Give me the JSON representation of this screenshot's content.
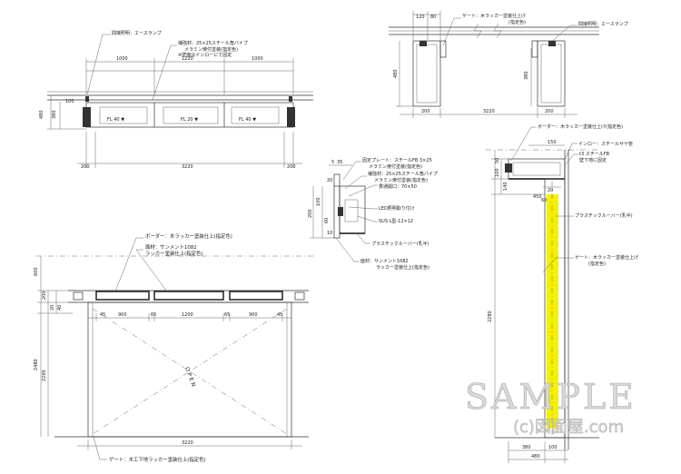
{
  "top_plan": {
    "labels": {
      "lighting": "間接照明：エースランプ",
      "reinforce_1": "補強材：25×25スチール角パイプ",
      "reinforce_2": "メラミン焼付塗装(指定色)",
      "reinforce_3": "※壁面はインローにて固定",
      "fl1": "FL 40 ▼",
      "fl2": "FL 20 ▼",
      "fl3": "FL 40 ▼"
    },
    "dims": {
      "d1000a": "1000",
      "d1220": "1220",
      "d1000b": "1000",
      "d480": "480",
      "d380": "380",
      "d100": "100",
      "d200l": "200",
      "d3220": "3220",
      "d200r": "200"
    }
  },
  "top_section": {
    "labels": {
      "gate": "ゲート：木ラッカー塗装仕上げ",
      "gate_sub": "(指定色)",
      "lighting": "間接照明：エースランプ"
    },
    "dims": {
      "d120": "120",
      "d80": "80",
      "d480": "480",
      "d380": "380",
      "d200l": "200",
      "d3220": "3220",
      "d200r": "200"
    }
  },
  "detail": {
    "labels": {
      "plate_1": "固定プレート：スチールFB 3×25",
      "plate_2": "メラミン焼付塗装(指定色)",
      "reinf_1": "補強材：25×25スチール角パイプ",
      "reinf_2": "メラミン焼付塗装(指定色)",
      "opening": "貫通開口：70×50",
      "led": "LED照明取り付け",
      "sus": "SUS L型-12×12",
      "louver": "プラスチックルーバー(乳半)",
      "face_1": "面材：サンメント1082",
      "face_2": "ラッカー塗装仕上(指定色)"
    },
    "dims": {
      "d5": "5",
      "d35": "35",
      "d20": "20",
      "d10": "10",
      "d100": "100",
      "d200": "200",
      "d60": "60"
    }
  },
  "front_elev": {
    "labels": {
      "border": "ボーダー：木ラッカー塗装仕上(指定色)",
      "face_1": "面材：サンメント1082",
      "face_2": "ラッカー塗装仕上(指定色)",
      "gate": "ゲート：木工下地ラッカー塗装仕上(指定色)",
      "open": "OPEN"
    },
    "dims": {
      "d45a": "45",
      "d900": "900",
      "d65": "65",
      "d1200": "1200",
      "d65b": "65",
      "d900b": "900",
      "d45b": "45",
      "d600": "600",
      "d200": "200",
      "d20": "20",
      "d40": "40",
      "d2480": "2480",
      "d2200": "2200",
      "d3220": "3220"
    }
  },
  "side_elev": {
    "labels": {
      "border": "ボーダー：木ラッカー塗装仕上げ(指定色)",
      "inro": "インロー：スチールサヤ管",
      "fb_1": "t3 スチールFB",
      "fb_2": "壁下地に固定",
      "louver": "プラスチックルーバー(乳半)",
      "gate_1": "ゲート：木ラッカー塗装仕上げ",
      "gate_2": "(指定色)"
    },
    "dims": {
      "d150": "150",
      "d50": "50",
      "d100": "100",
      "d140": "140",
      "d60": "60",
      "d20": "20",
      "d450": "450",
      "d2280": "2280",
      "d380": "380",
      "d100b": "100",
      "d480": "480"
    }
  },
  "watermark": {
    "main": "SAMPLE",
    "sub": "(c)図面屋.com"
  },
  "colors": {
    "line": "#333333",
    "louver": "#f5f000",
    "watermark": "#d9d9d9"
  }
}
